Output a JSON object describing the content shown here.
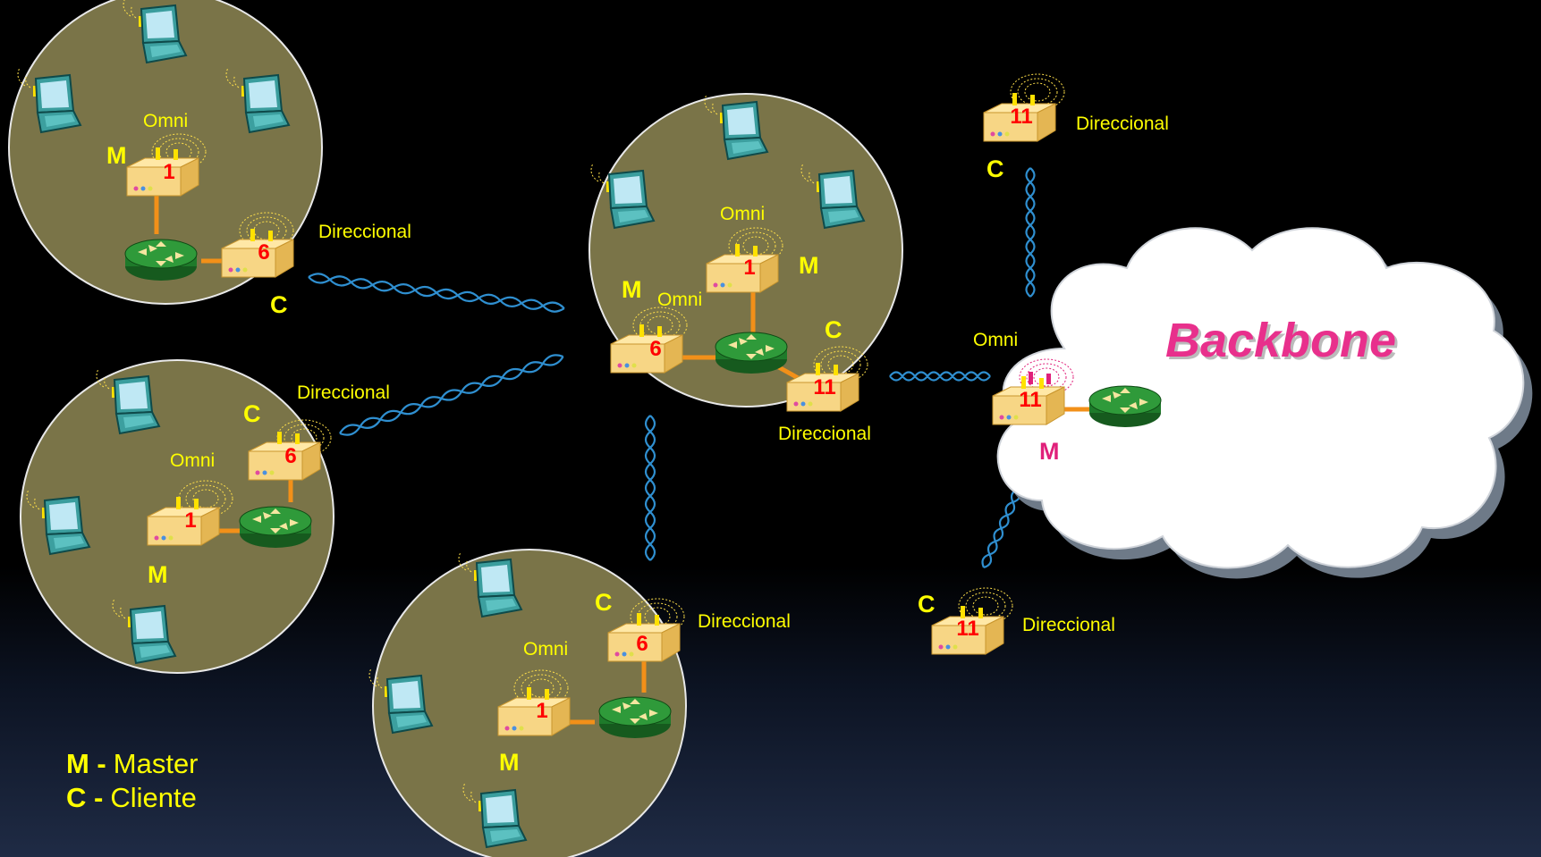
{
  "labels": {
    "omni": "Omni",
    "direccional": "Direccional",
    "master": "M",
    "cliente": "C"
  },
  "channels": {
    "one": "1",
    "six": "6",
    "eleven": "11"
  },
  "cloud": {
    "title": "Backbone"
  },
  "legend": {
    "m_key": "M -",
    "m_value": "Master",
    "c_key": "C -",
    "c_value": "Cliente"
  },
  "colors": {
    "cell": "#7a7448",
    "label": "#ffff00",
    "channel": "#ff0000",
    "master_accent": "#e0207a",
    "link": "#f29019",
    "wireless": "#2f8fd0",
    "router": "#1e7a2a",
    "ap_body": "#f5d27a"
  }
}
